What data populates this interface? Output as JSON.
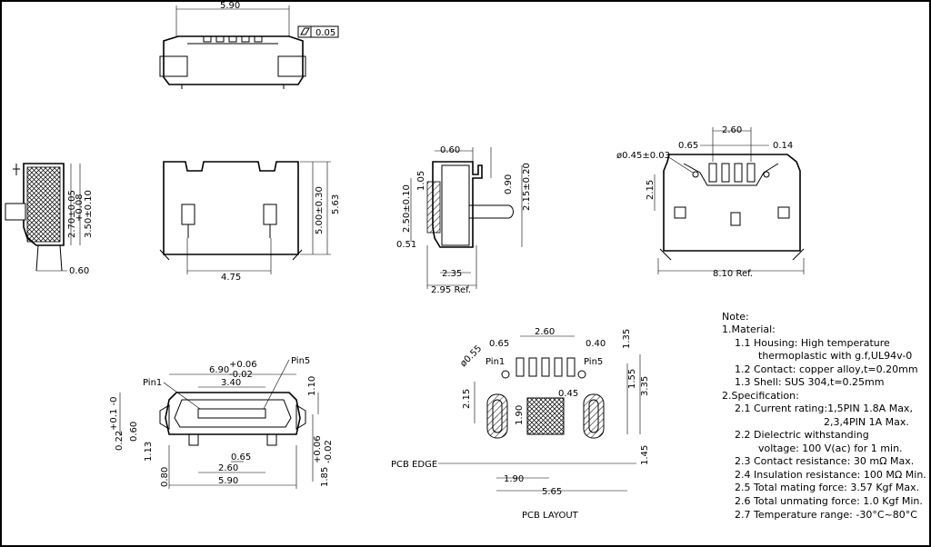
{
  "dimensions": {
    "top_width": "5.90",
    "flatness": "0.05",
    "side_height_a": "2.70±0.05",
    "side_height_a2": "+0.08",
    "side_height_b": "3.50±0.10",
    "side_bottom": "0.60",
    "front_width_inner": "4.75",
    "front_height_a": "5.00±0.30",
    "front_height_b": "5.63",
    "profile_a": "0.60",
    "profile_b": "1.05",
    "profile_c": "0.90",
    "profile_d": "2.15±0.20",
    "profile_e": "2.50±0.10",
    "profile_f": "0.51",
    "profile_g": "2.35",
    "profile_h": "2.95 Ref.",
    "rear_hole": "ø0.45±0.03",
    "rear_pitch_a": "0.65",
    "rear_pitch_b": "2.60",
    "rear_pitch_c": "0.14",
    "rear_height": "2.15",
    "rear_width": "8.10 Ref.",
    "bottom_pin1": "Pin1",
    "bottom_pin5": "Pin5",
    "bottom_w1": "6.90",
    "bottom_w1_tol_up": "+0.06",
    "bottom_w1_tol_dn": "-0.02",
    "bottom_w2": "3.40",
    "bottom_h1": "1.10",
    "bottom_left_a": "0.22",
    "bottom_left_a_tol": "+0.1\n-0",
    "bottom_left_b": "0.60",
    "bottom_left_c": "1.13",
    "bottom_left_d": "0.80",
    "bottom_pitch": "0.65",
    "bottom_pins_w": "2.60",
    "bottom_total_w": "5.90",
    "bottom_right_h": "1.85",
    "bottom_right_tol_up": "+0.06",
    "bottom_right_tol_dn": "-0.02",
    "pcb_a": "0.65",
    "pcb_b": "2.60",
    "pcb_c": "0.40",
    "pcb_d": "1.35",
    "pcb_hole": "ø0.55",
    "pcb_pin1": "Pin1",
    "pcb_pin5": "Pin5",
    "pcb_e": "2.15",
    "pcb_f": "1.90",
    "pcb_g": "0.45",
    "pcb_h": "1.55",
    "pcb_i": "3.35",
    "pcb_j": "1.45",
    "pcb_k": "1.90",
    "pcb_l": "5.65",
    "pcb_edge": "PCB EDGE",
    "pcb_layout": "PCB LAYOUT"
  },
  "notes": [
    "Note:",
    "1.Material:",
    "1.1  Housing: High temperature",
    "thermoplastic with g.f,UL94v-0",
    "1.2  Contact: copper alloy,t=0.20mm",
    "1.3  Shell: SUS 304,t=0.25mm",
    "2.Specification:",
    "2.1  Current rating:1,5PIN 1.8A Max,",
    "2,3,4PIN 1A Max.",
    "2.2  Dielectric withstanding",
    "voltage: 100 V(ac) for 1 min.",
    "2.3  Contact resistance: 30 mΩ Max.",
    "2.4  Insulation resistance: 100 MΩ Min.",
    "2.5  Total mating force: 3.57 Kgf Max.",
    "2.6  Total unmating force: 1.0 Kgf Min.",
    "2.7  Temperature range: -30°C~80°C"
  ]
}
